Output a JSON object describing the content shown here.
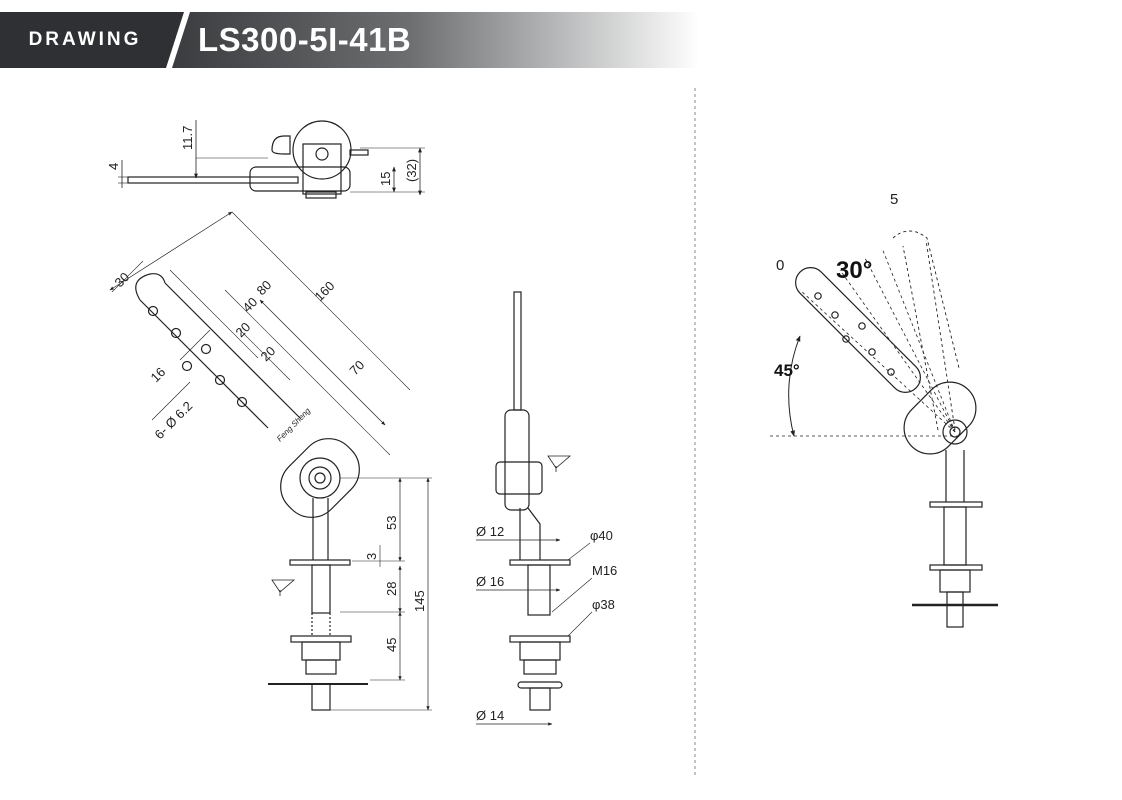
{
  "header": {
    "section_label": "DRAWING",
    "model": "LS300-5I-41B",
    "colors": {
      "dark": "#2e3033",
      "fade_end": "#ffffff"
    }
  },
  "top_view": {
    "dims": [
      "11.7",
      "4",
      "15",
      "(32)"
    ]
  },
  "front_view": {
    "dims": [
      "30",
      "80",
      "160",
      "40",
      "20",
      "20",
      "16",
      "70",
      "6- Ø 6.2",
      "53",
      "3",
      "28",
      "145",
      "45"
    ],
    "brand_text": "Feng Sheng"
  },
  "side_view": {
    "dims": [
      "Ø 12",
      "φ40",
      "Ø 16",
      "M16",
      "φ38",
      "Ø 14"
    ]
  },
  "angle_view": {
    "labels": {
      "position_start": "0",
      "position_end": "5",
      "sweep_angle": "30°",
      "base_angle": "45°"
    }
  }
}
